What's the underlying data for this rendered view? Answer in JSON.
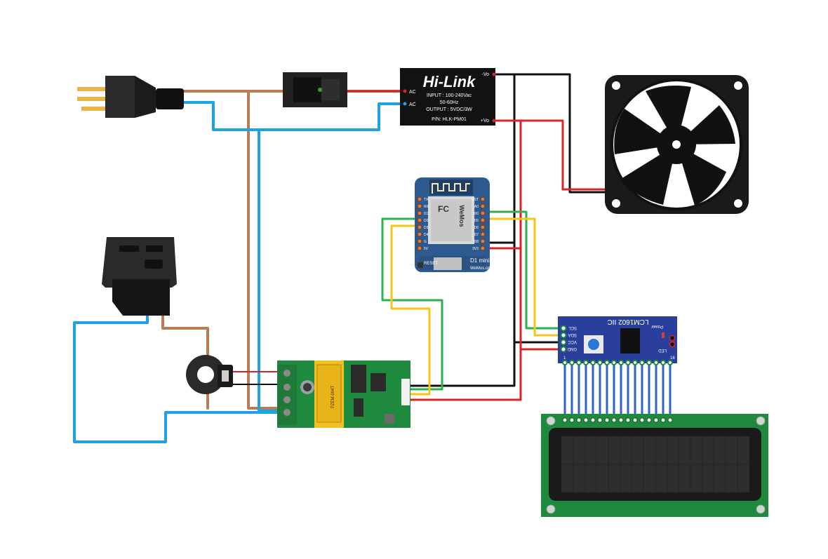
{
  "hilink": {
    "brand": "Hi-Link",
    "input": "INPUT : 100-240Vac",
    "freq": "50-60Hz",
    "output": "OUTPUT : 5VDC/3W",
    "pn": "P/N: HLK-PM01",
    "pin_ac1": "AC",
    "pin_ac2": "AC",
    "pin_vneg": "-Vo",
    "pin_vpos": "+Vo"
  },
  "wemos": {
    "brand": "WeMos",
    "model": "D1 mini",
    "site": "WeMos.cc",
    "reset_label": "RESET",
    "fcc": "FC",
    "left_pins": [
      "TX",
      "RX",
      "D1",
      "D2",
      "D3",
      "D4",
      "G",
      "5V"
    ],
    "right_pins": [
      "RST",
      "A0",
      "D0",
      "D5",
      "D6",
      "D7",
      "D8",
      "3V3"
    ]
  },
  "i2c_module": {
    "title": "LCM1602 IIC",
    "pins": [
      "SCL",
      "SDA",
      "VCC",
      "GND"
    ],
    "power_label": "Power",
    "led_label": "LED",
    "pin_first": "1",
    "pin_last": "16"
  },
  "pzem": {
    "label": "PZEM-004T"
  },
  "colors": {
    "live_wire": "#b87d57",
    "neutral_wire": "#1fa3e0",
    "red_wire": "#d8232a",
    "black_wire": "#111111",
    "green_wire": "#2bb24c",
    "yellow_wire": "#f5c518",
    "lcd_wire": "#2f63c8",
    "pcb_green": "#1d8a3e",
    "wemos_blue": "#2d5a8f",
    "i2c_blue": "#2a3f9b"
  }
}
